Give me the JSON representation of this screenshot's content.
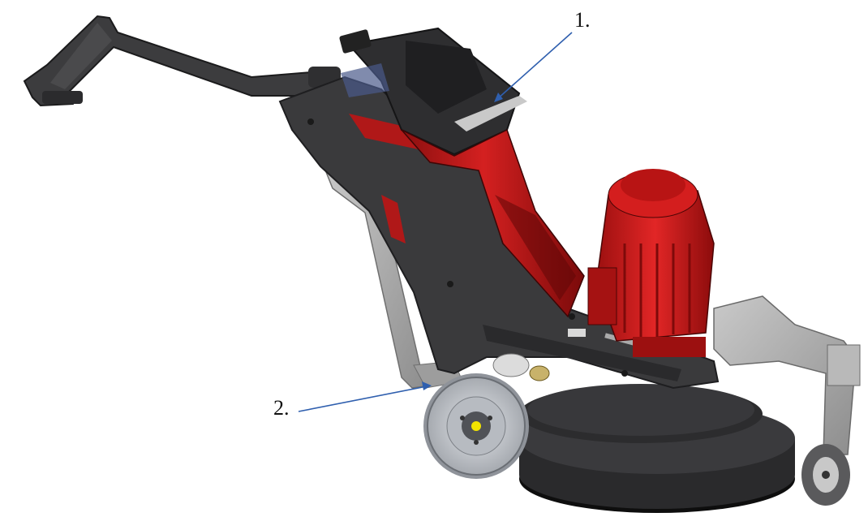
{
  "callouts": [
    {
      "id": "1",
      "text": "1."
    },
    {
      "id": "2",
      "text": "2."
    }
  ],
  "colors": {
    "frame": "#3a3a3c",
    "frame_dark": "#242426",
    "motor_red": "#c21a1a",
    "motor_red_dark": "#7e0c0c",
    "steel": "#a9a9a9",
    "tire": "#c4c7cc",
    "leader": "#2f5fae"
  }
}
